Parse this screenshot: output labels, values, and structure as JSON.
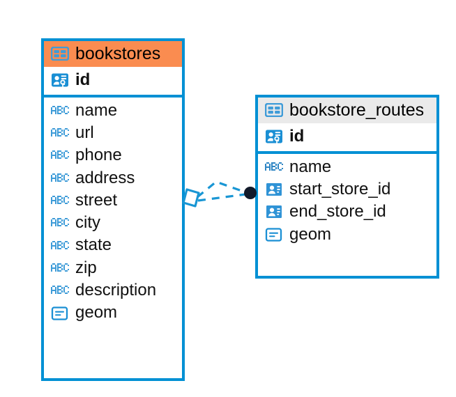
{
  "diagram": {
    "type": "entity-relationship-diagram",
    "background": "#ffffff",
    "accent_blue": "#0090d4",
    "accent_orange": "#fa8c50",
    "accent_gray": "#eaeaea",
    "connector_color": "#1996d4",
    "connector_endpoint_color": "#121a2a"
  },
  "tables": [
    {
      "name": "bookstores",
      "header_icon": "table-icon",
      "header_style": "accent-orange",
      "primary_key": {
        "label": "id",
        "icon": "primary-key-icon"
      },
      "fields": [
        {
          "label": "name",
          "icon": "abc-text-icon"
        },
        {
          "label": "url",
          "icon": "abc-text-icon"
        },
        {
          "label": "phone",
          "icon": "abc-text-icon"
        },
        {
          "label": "address",
          "icon": "abc-text-icon"
        },
        {
          "label": "street",
          "icon": "abc-text-icon"
        },
        {
          "label": "city",
          "icon": "abc-text-icon"
        },
        {
          "label": "state",
          "icon": "abc-text-icon"
        },
        {
          "label": "zip",
          "icon": "abc-text-icon"
        },
        {
          "label": "description",
          "icon": "abc-text-icon"
        },
        {
          "label": "geom",
          "icon": "geometry-icon"
        }
      ]
    },
    {
      "name": "bookstore_routes",
      "header_icon": "table-icon",
      "header_style": "accent-gray",
      "primary_key": {
        "label": "id",
        "icon": "primary-key-icon"
      },
      "fields": [
        {
          "label": "name",
          "icon": "abc-text-icon"
        },
        {
          "label": "start_store_id",
          "icon": "foreign-key-icon"
        },
        {
          "label": "end_store_id",
          "icon": "foreign-key-icon"
        },
        {
          "label": "geom",
          "icon": "geometry-icon"
        }
      ]
    }
  ],
  "relationship": {
    "from_table": "bookstores",
    "to_table": "bookstore_routes",
    "source_marker": "open-diamond",
    "target_marker": "filled-circle",
    "line_style": "dashed"
  }
}
